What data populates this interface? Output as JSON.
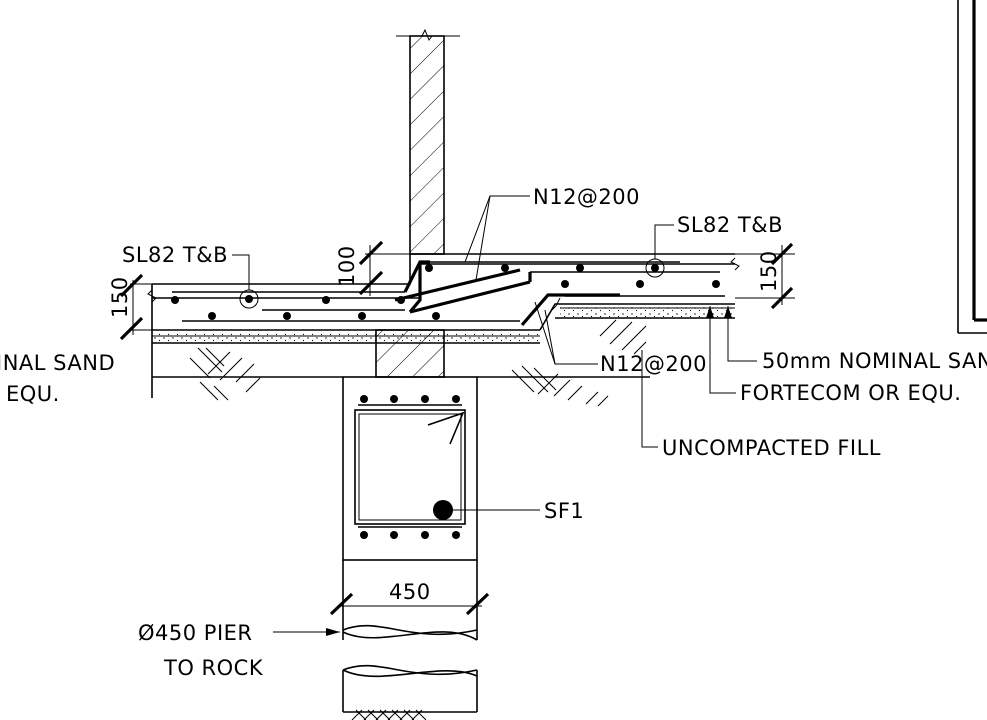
{
  "labels": {
    "mesh_left": "SL82 T&B",
    "mesh_right": "SL82 T&B",
    "bar_top": "N12@200",
    "bar_bottom": "N12@200",
    "sand_left_line1": "INAL SAND",
    "sand_left_line2": "EQU.",
    "sand_right": "50mm NOMINAL SAN",
    "fortecom": "FORTECOM OR EQU.",
    "fill": "UNCOMPACTED FILL",
    "beam_bar": "SF1",
    "pier_line1": "Ø450 PIER",
    "pier_line2": "TO ROCK"
  },
  "dimensions": {
    "slab_left": "150",
    "step": "100",
    "slab_right": "150",
    "pier_width": "450"
  },
  "colors": {
    "ink": "#000000",
    "paper": "#ffffff"
  }
}
